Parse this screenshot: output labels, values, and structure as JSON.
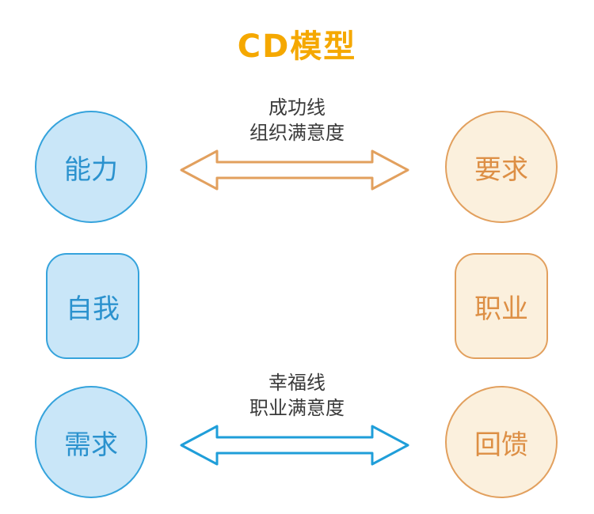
{
  "title": "CD模型",
  "colors": {
    "title": "#F5A800",
    "blue_fill": "#C9E6F8",
    "blue_border": "#35A3DC",
    "blue_text": "#2B92CE",
    "orange_fill": "#FBF0DD",
    "orange_border": "#E2A05E",
    "orange_text": "#DD8F45",
    "top_arrow_stroke": "#E2A05E",
    "bottom_arrow_stroke": "#1F9ED9",
    "label_text": "#3a3a3a"
  },
  "nodes": {
    "left": [
      {
        "label": "能力",
        "shape": "circle"
      },
      {
        "label": "自我",
        "shape": "rounded-square"
      },
      {
        "label": "需求",
        "shape": "circle"
      }
    ],
    "right": [
      {
        "label": "要求",
        "shape": "circle"
      },
      {
        "label": "职业",
        "shape": "rounded-square"
      },
      {
        "label": "回馈",
        "shape": "circle"
      }
    ]
  },
  "arrows": {
    "top": {
      "line1": "成功线",
      "line2": "组织满意度",
      "color": "#E2A05E"
    },
    "bottom": {
      "line1": "幸福线",
      "line2": "职业满意度",
      "color": "#1F9ED9"
    }
  }
}
